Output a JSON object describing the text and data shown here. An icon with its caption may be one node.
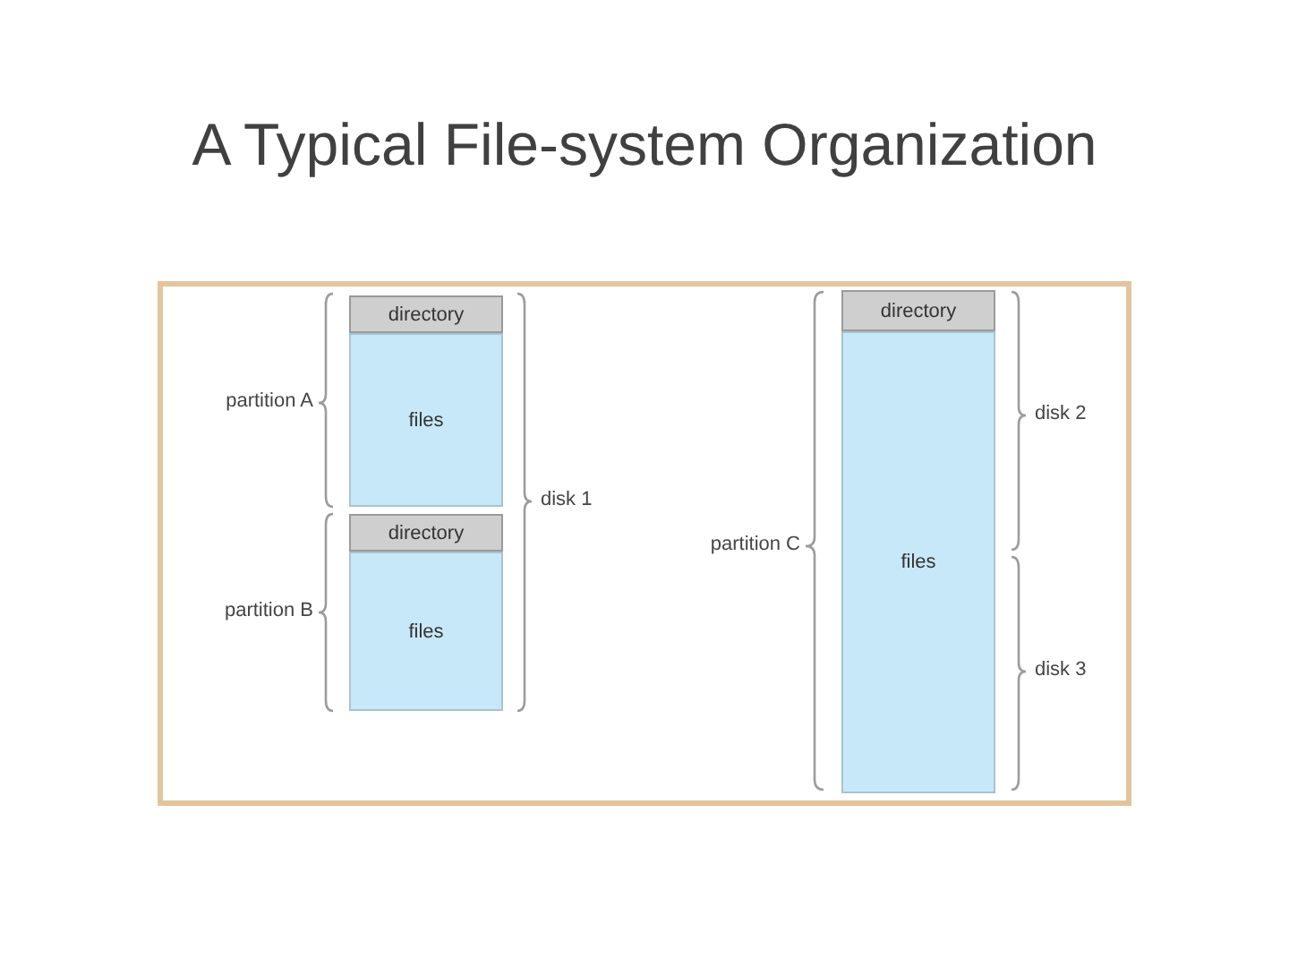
{
  "diagram": {
    "title": "A Typical File-system Organization",
    "nodes": [
      {
        "text": [
          "directory"
        ]
      },
      {
        "text": [
          "files"
        ]
      },
      {
        "text": [
          "directory"
        ]
      },
      {
        "text": [
          "files"
        ]
      },
      {
        "text": [
          "directory"
        ]
      },
      {
        "text": [
          "files"
        ]
      }
    ],
    "labels": [
      "partition A",
      "partition B",
      "disk 1",
      "partition C",
      "disk 2",
      "disk 3"
    ]
  }
}
